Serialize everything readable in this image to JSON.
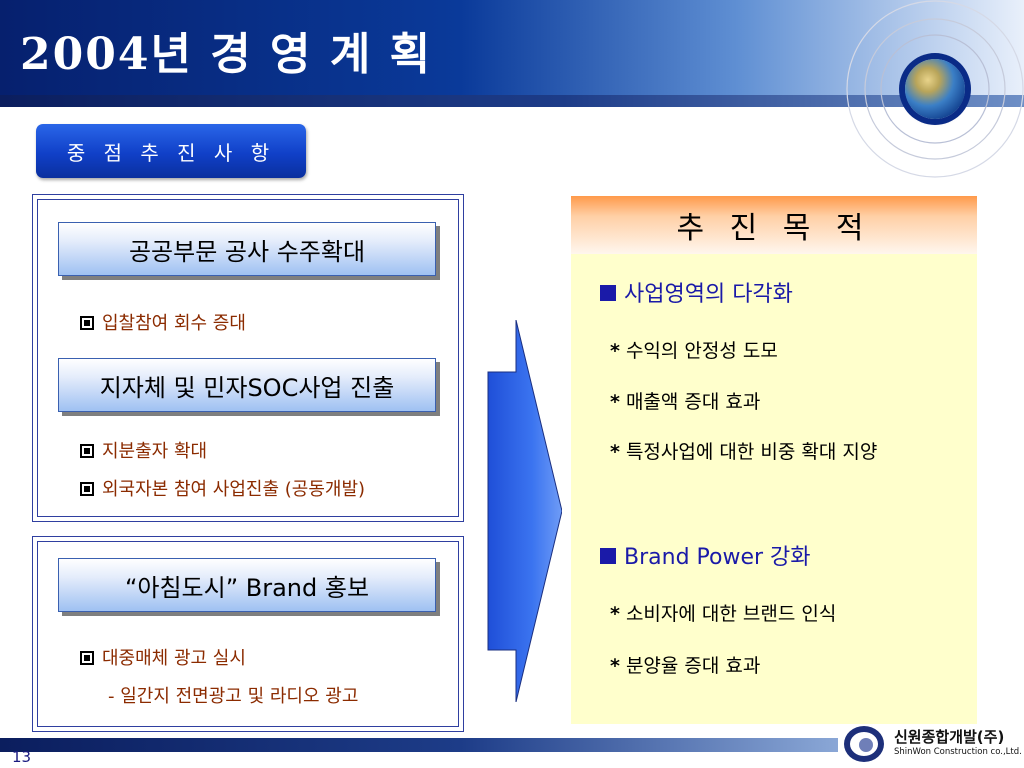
{
  "slide": {
    "title": "2004년 경 영 계 획",
    "badge": "중 점 추 진 사 항",
    "page_number": "13"
  },
  "left": {
    "box1": {
      "pill1": "공공부문 공사 수주확대",
      "items1": [
        "입찰참여 회수 증대"
      ],
      "pill2": "지자체 및 민자SOC사업 진출",
      "items2": [
        "지분출자 확대",
        "외국자본 참여 사업진출 (공동개발)"
      ]
    },
    "box2": {
      "pill": "“아침도시” Brand 홍보",
      "items": [
        "대중매체 광고 실시"
      ],
      "sub": "- 일간지 전면광고 및 라디오 광고"
    }
  },
  "right": {
    "header": "추 진 목 적",
    "section1": {
      "title": "사업영역의 다각화",
      "lines": [
        "수익의 안정성 도모",
        "매출액 증대 효과",
        "특정사업에 대한 비중 확대 지양"
      ]
    },
    "section2": {
      "title": "Brand Power 강화",
      "lines": [
        "소비자에 대한 브랜드 인식",
        "분양율 증대 효과"
      ]
    },
    "bullet": "*"
  },
  "logo": {
    "korean": "신원종합개발(주)",
    "english": "ShinWon Construction co.,Ltd."
  },
  "colors": {
    "header_blue": "#0a3a9a",
    "badge_blue": "#1040c8",
    "item_text": "#8b2b00",
    "section_title": "#1a1aa8",
    "panel_bg": "#ffffcc",
    "panel_header": "#ff9a4a"
  }
}
